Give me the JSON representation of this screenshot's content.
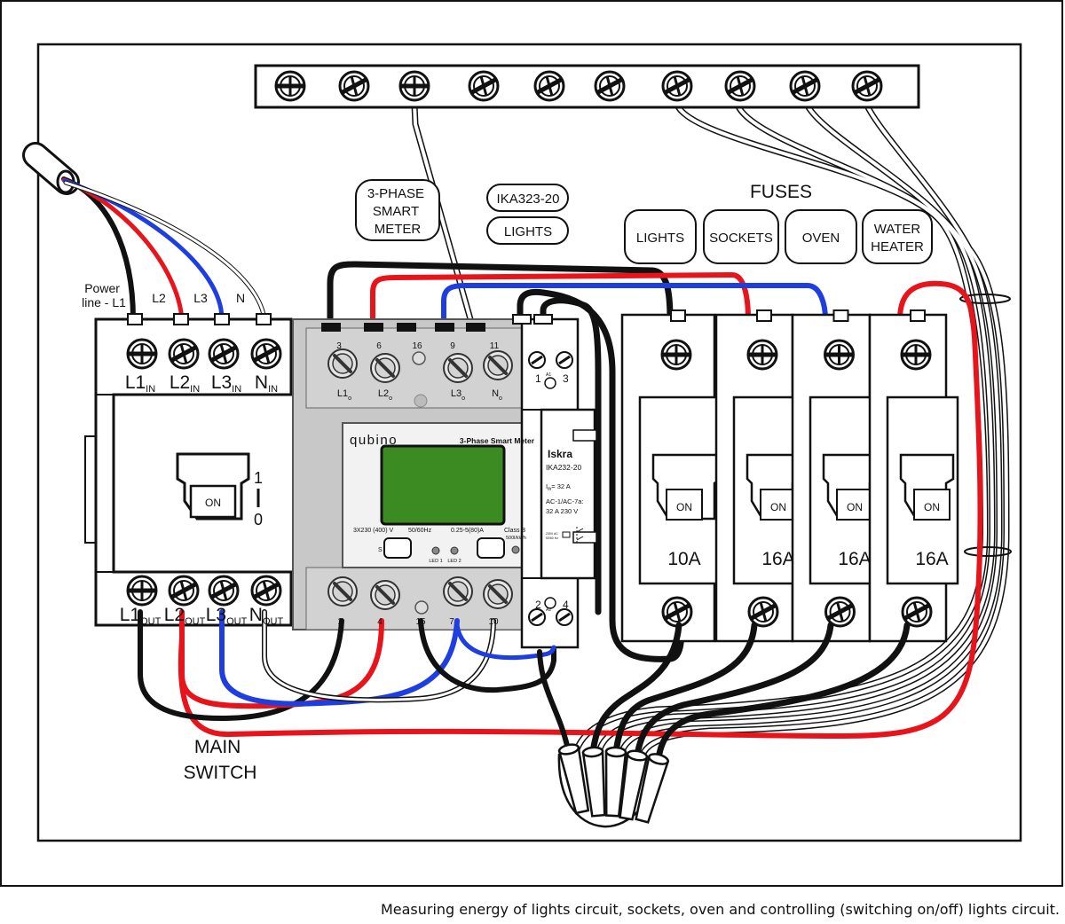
{
  "labels": {
    "smart_meter_tag": [
      "3-PHASE",
      "SMART",
      "METER"
    ],
    "relay_model_tag": "IKA323-20",
    "relay_function_tag": "LIGHTS",
    "fuses_title": "FUSES",
    "fuse_tags": [
      "LIGHTS",
      "SOCKETS",
      "OVEN",
      [
        "WATER",
        "HEATER"
      ]
    ],
    "power_line": [
      "Power",
      "line - L1"
    ],
    "power_phases": [
      "L2",
      "L3",
      "N"
    ],
    "main_switch": [
      "MAIN",
      "SWITCH"
    ]
  },
  "main_switch_device": {
    "in_terminals": [
      [
        "L1",
        "IN"
      ],
      [
        "L2",
        "IN"
      ],
      [
        "L3",
        "IN"
      ],
      [
        "N",
        "IN"
      ]
    ],
    "out_terminals": [
      [
        "L1",
        "OUT"
      ],
      [
        "L2",
        "OUT"
      ],
      [
        "L3",
        "OUT"
      ],
      [
        "N",
        "OUT"
      ]
    ],
    "lever_text": "ON",
    "positions": [
      "1",
      "0"
    ]
  },
  "meter": {
    "brand": "qubino",
    "model": "3-Phase Smart Meter",
    "top_numbers": [
      "3",
      "6",
      "16",
      "9",
      "11"
    ],
    "top_terminal_labels": [
      [
        "L1",
        "o"
      ],
      [
        "L2",
        "o"
      ],
      [
        "L3",
        "o"
      ],
      [
        "N",
        "o"
      ]
    ],
    "bottom_numbers": [
      "1",
      "4",
      "15",
      "7",
      "10"
    ],
    "specs": [
      "3X230 (400) V",
      "50/60Hz",
      "0.25-5(80)A",
      "Class B",
      "500l/kWh"
    ],
    "button": "S",
    "leds": [
      "LED 1",
      "LED 2"
    ]
  },
  "relay": {
    "brand": "Iskra",
    "model": "IKA232-20",
    "rating_label": "I",
    "rating_sub": "th",
    "rating_value": "= 32 A",
    "spec_lines": [
      "AC-1/AC-7a:",
      "32 A 230 V"
    ],
    "coil_text": [
      "230V AC",
      "50/60 Hz"
    ],
    "top_numbers": [
      "1",
      "3"
    ],
    "bottom_numbers": [
      "2",
      "4"
    ],
    "coil_top": "A1",
    "coil_bottom": "A2"
  },
  "breakers": [
    {
      "rating": "10A",
      "lever": "ON"
    },
    {
      "rating": "16A",
      "lever": "ON"
    },
    {
      "rating": "16A",
      "lever": "ON"
    },
    {
      "rating": "16A",
      "lever": "ON"
    }
  ],
  "caption": "Measuring energy of lights circuit, sockets, oven and controlling (switching on/off) lights circuit.",
  "colors": {
    "black_wire": "#111111",
    "red_wire": "#e8141b",
    "blue_wire": "#1e3ee0",
    "meter_grey": "#c8c8c8",
    "display_green": "#3c8a22",
    "panel_line": "#222222"
  }
}
